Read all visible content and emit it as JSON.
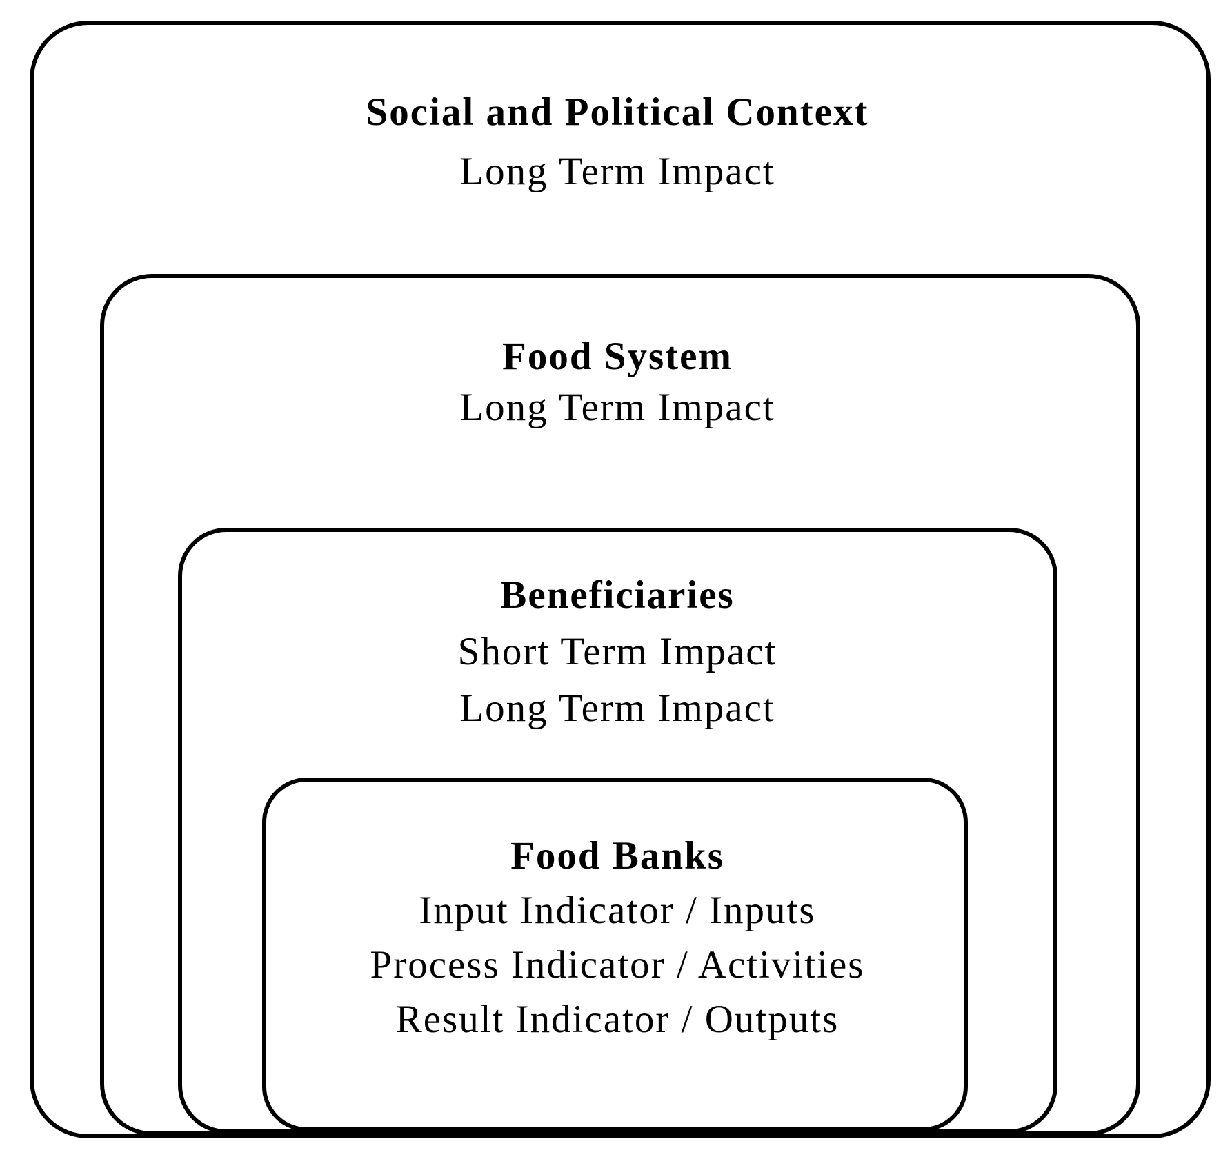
{
  "figure": {
    "description": "Nested logic-model diagram of food bank impact levels",
    "background_color": "#ffffff",
    "line_color": "#000000",
    "levels": [
      {
        "title": "Social and Political Context",
        "lines": [
          "Long Term Impact"
        ]
      },
      {
        "title": "Food System",
        "lines": [
          "Long Term Impact"
        ]
      },
      {
        "title": "Beneficiaries",
        "lines": [
          "Short Term Impact",
          "Long Term Impact"
        ]
      },
      {
        "title": "Food Banks",
        "lines": [
          "Input Indicator / Inputs",
          "Process Indicator / Activities",
          "Result Indicator / Outputs"
        ]
      }
    ]
  }
}
